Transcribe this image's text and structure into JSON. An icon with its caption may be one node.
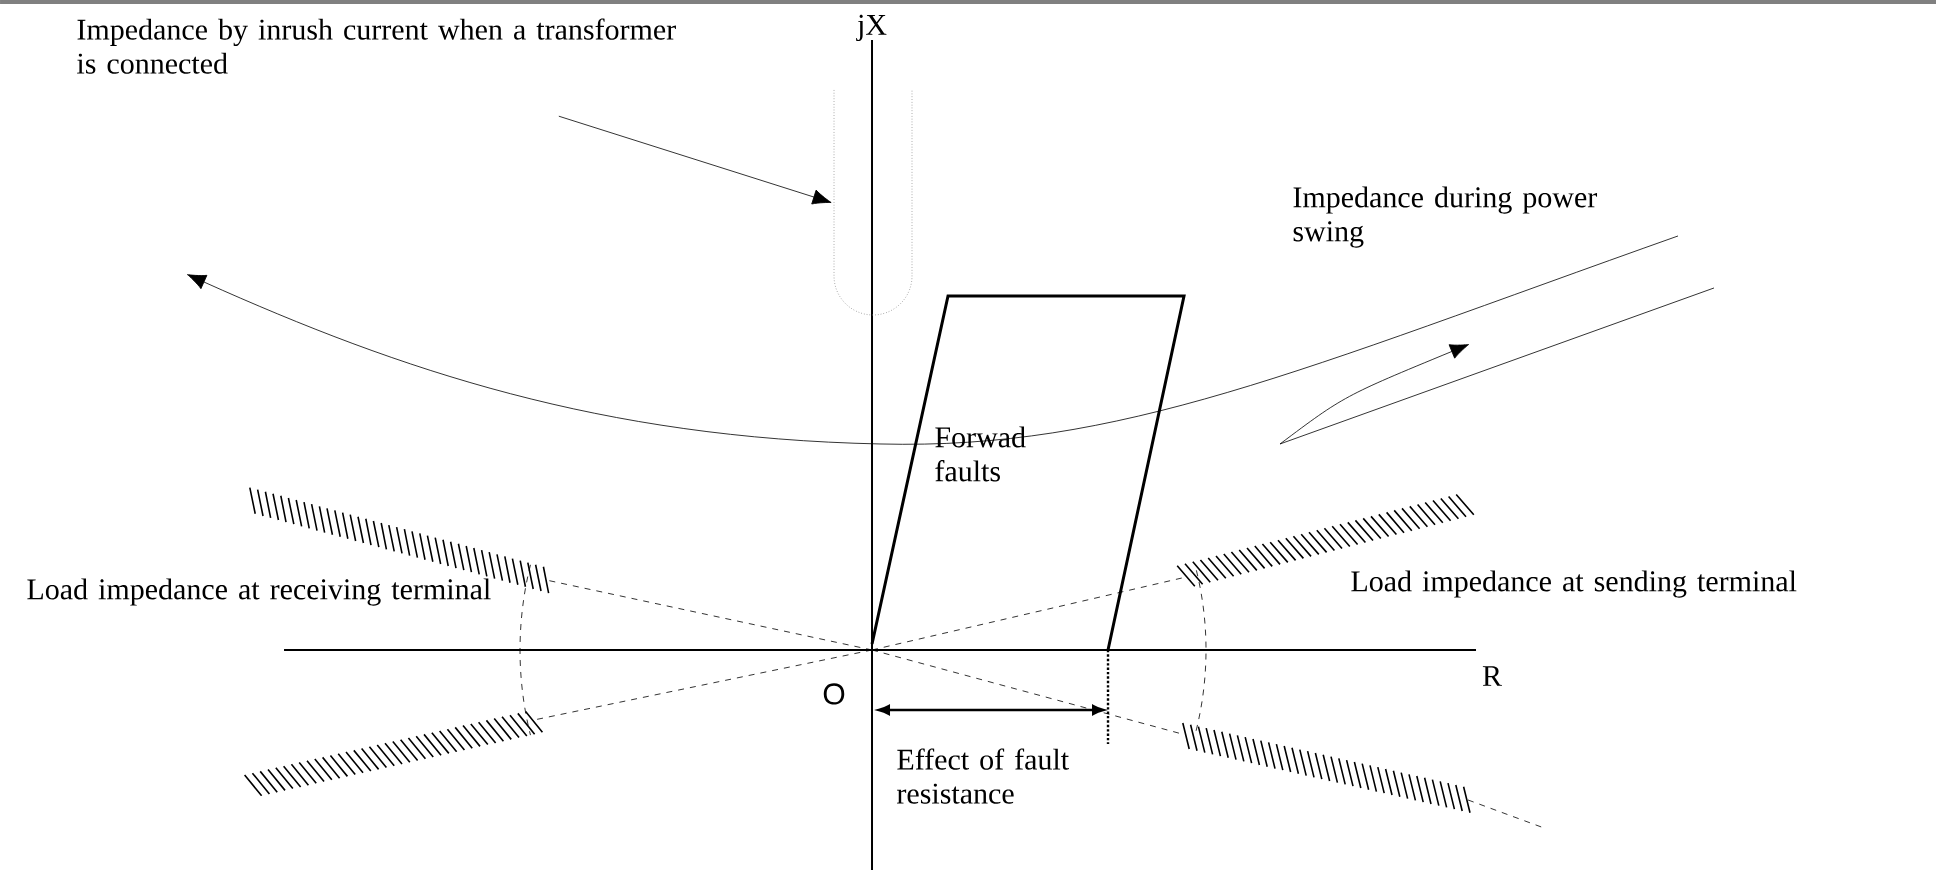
{
  "diagram": {
    "nodes": [
      {
        "text": [
          "Impedance by inrush current when a transformer is connected"
        ]
      },
      {
        "text": [],
        "shape": "box"
      },
      {
        "text": [
          "Forwad faults"
        ]
      }
    ],
    "edges": [
      {
        "from": 0,
        "to": 1,
        "arrow": "to"
      }
    ],
    "labels": [
      "jX",
      "Impedance during power swing",
      "Load impedance at receiving terminal",
      "Load impedance at sending terminal",
      "R",
      "O",
      "Effect of fault resistance"
    ]
  }
}
